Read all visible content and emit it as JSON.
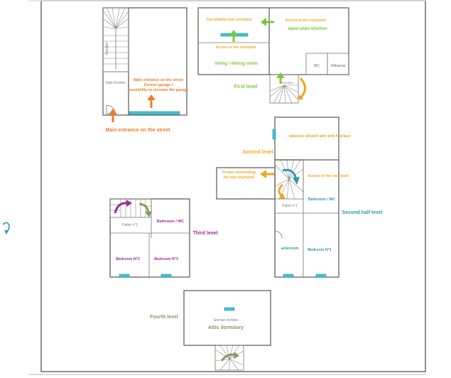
{
  "colors": {
    "orange": "#f07c28",
    "gold": "#f2a71b",
    "green": "#78c841",
    "teal": "#2d9ba8",
    "purple": "#9b2d9b",
    "olive": "#8a9a5b",
    "window": "#3cc6d0"
  },
  "ground": {
    "stair_label": "Escalier",
    "hall_label": "Hall d'entrée",
    "garage_text_1": "Main entrance on the street",
    "garage_text_2": "Former garage /",
    "garage_text_3": "possibility to recreate the garage",
    "main_entrance": "Main entrance on the street"
  },
  "first": {
    "tree_courtyard": "Tree-shaded rear courtyard",
    "access_courtyard_1": "Access to the courtyard",
    "access_courtyard_2": "Access to the courtyard",
    "kitchen": "open-plan kitchen",
    "living": "living / dining room",
    "wc": "WC",
    "debarras": "Débarras",
    "stair_label": "Escalier",
    "level": "First level"
  },
  "second": {
    "attic": "spacious alleated attic with fireplace",
    "level": "Second level",
    "terrace_1": "Terrace overlooking",
    "terrace_2": "the rear courtyard",
    "access": "Access to the courtyard",
    "bathroom": "Bathroom / WC",
    "half_level": "Second half level",
    "landing": "Palier n°1",
    "anteroom": "anteroom",
    "bedroom": "Bedroom N°1"
  },
  "third": {
    "bathroom": "Bathroom / WC",
    "landing": "Palier n°2",
    "level": "Third level",
    "bedroom2": "Bedroom N°2",
    "bedroom3": "Bedroom N°3"
  },
  "fourth": {
    "level": "Fourth level",
    "grenier": "Grenier dortoirs",
    "dormitory": "Attic dormitory"
  }
}
